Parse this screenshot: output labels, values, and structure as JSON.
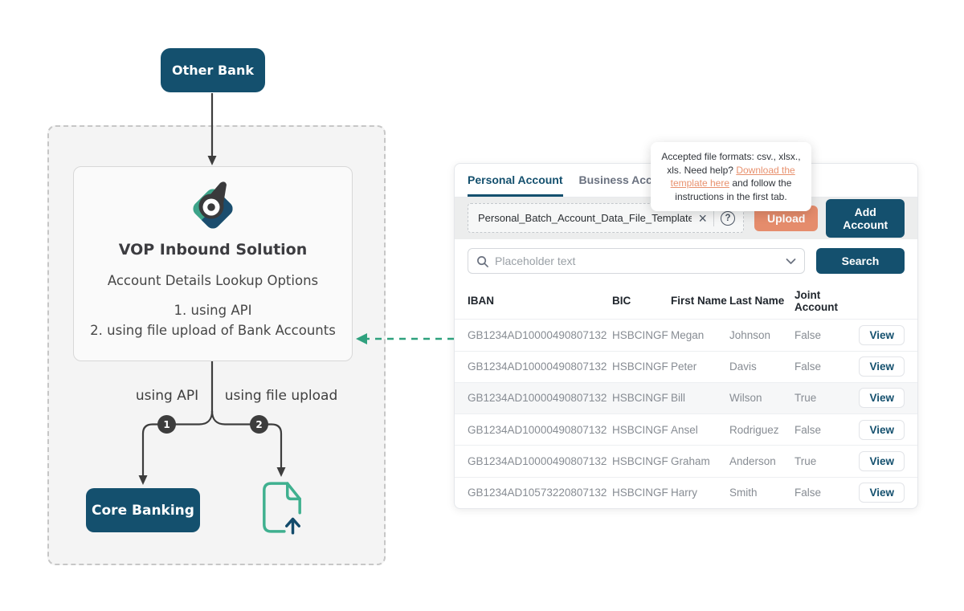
{
  "diagram": {
    "other_bank_label": "Other Bank",
    "title": "VOP Inbound Solution",
    "subtitle": "Account Details Lookup Options",
    "option1": "1. using API",
    "option2": "2. using file upload of Bank Accounts",
    "branch1_label": "using API",
    "branch2_label": "using file upload",
    "branch1_number": "1",
    "branch2_number": "2",
    "core_banking_label": "Core Banking"
  },
  "panel": {
    "tabs": [
      {
        "label": "Personal Account",
        "active": true
      },
      {
        "label": "Business Account",
        "active": false
      }
    ],
    "upload": {
      "filename": "Personal_Batch_Account_Data_File_Template.csv",
      "clear_icon": "×",
      "help_icon": "?",
      "upload_label": "Upload",
      "add_account_label": "Add Account"
    },
    "search": {
      "placeholder": "Placeholder text",
      "button_label": "Search"
    },
    "tooltip": {
      "text_before": "Accepted file formats: csv., xlsx., xls. Need help? ",
      "link_text": "Download the template here",
      "text_after": " and follow the instructions in the first tab."
    },
    "table": {
      "headers": [
        "IBAN",
        "BIC",
        "First Name",
        "Last Name",
        "Joint Account"
      ],
      "action_label": "View",
      "rows": [
        {
          "iban": "GB1234AD10000490807132",
          "bic": "HSBCINGF",
          "first": "Megan",
          "last": "Johnson",
          "joint": "False",
          "highlighted": false
        },
        {
          "iban": "GB1234AD10000490807132",
          "bic": "HSBCINGF",
          "first": "Peter",
          "last": "Davis",
          "joint": "False",
          "highlighted": false
        },
        {
          "iban": "GB1234AD10000490807132",
          "bic": "HSBCINGF",
          "first": "Bill",
          "last": "Wilson",
          "joint": "True",
          "highlighted": true
        },
        {
          "iban": "GB1234AD10000490807132",
          "bic": "HSBCINGF",
          "first": "Ansel",
          "last": "Rodriguez",
          "joint": "False",
          "highlighted": false
        },
        {
          "iban": "GB1234AD10000490807132",
          "bic": "HSBCINGF",
          "first": "Graham",
          "last": "Anderson",
          "joint": "True",
          "highlighted": false
        },
        {
          "iban": "GB1234AD10573220807132",
          "bic": "HSBCINGF",
          "first": "Harry",
          "last": "Smith",
          "joint": "False",
          "highlighted": false
        }
      ]
    }
  },
  "icons": {
    "logo": "vop-diamond-logo",
    "search": "magnifier",
    "chevron": "chevron-down",
    "file_upload": "document-with-up-arrow"
  },
  "colors": {
    "navy": "#14506E",
    "teal_green": "#2FA17E",
    "diamond_green": "#3DA389",
    "salmon": "#E58C6C",
    "link_salmon": "#E8916E",
    "charcoal": "#3D3D3D"
  }
}
